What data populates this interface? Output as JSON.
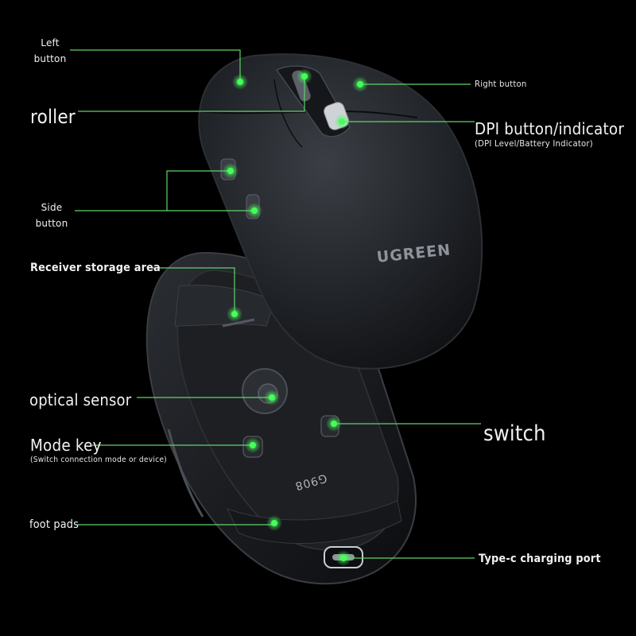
{
  "labels": {
    "left_button": [
      "Left",
      "button"
    ],
    "right_button": "Right button",
    "roller": "roller",
    "dpi_button": "DPI button/indicator",
    "dpi_button_note": "(DPI Level/Battery Indicator)",
    "side_button": [
      "Side",
      "button"
    ],
    "receiver_storage": "Receiver storage area",
    "optical_sensor": "optical sensor",
    "switch": "switch",
    "mode_key": "Mode key",
    "mode_key_note": "(Switch connection mode or device)",
    "foot_pads": "foot pads",
    "typec_port": "Type-c charging port"
  },
  "product": {
    "brand": "UGREEN",
    "model": "G908"
  },
  "colors": {
    "background": "#000000",
    "leader_line": "#5fd36b",
    "marker_dot": "#43ff57",
    "mouse_body": "#1e2024",
    "label_text": "#f2f2f2"
  }
}
